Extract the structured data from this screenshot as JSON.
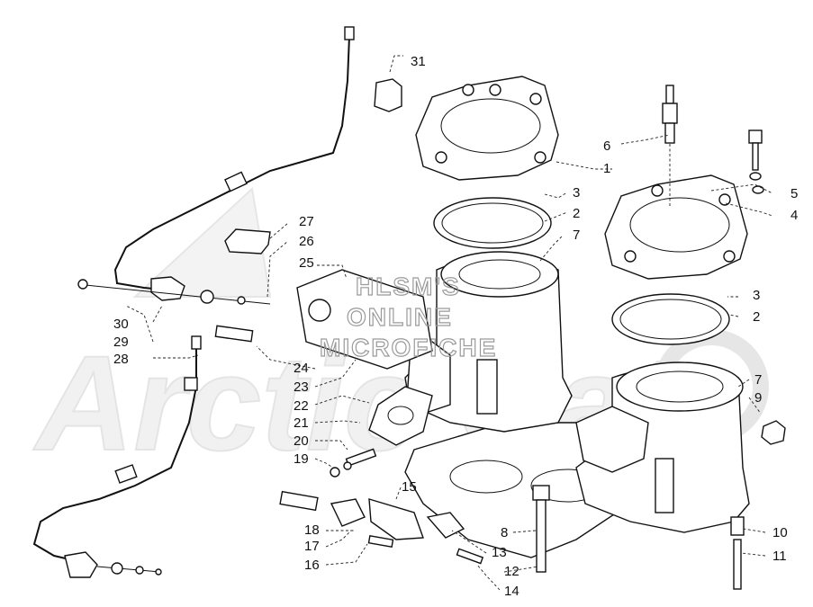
{
  "watermark": {
    "line1": "HLSM'S",
    "line2": "ONLINE",
    "line3": "MICROFICHE",
    "brand": "Arctic Cat"
  },
  "callouts": [
    {
      "id": "c31",
      "text": "31"
    },
    {
      "id": "c1",
      "text": "1"
    },
    {
      "id": "c6",
      "text": "6"
    },
    {
      "id": "c5",
      "text": "5"
    },
    {
      "id": "c4",
      "text": "4"
    },
    {
      "id": "c3a",
      "text": "3"
    },
    {
      "id": "c2a",
      "text": "2"
    },
    {
      "id": "c7a",
      "text": "7"
    },
    {
      "id": "c27",
      "text": "27"
    },
    {
      "id": "c26",
      "text": "26"
    },
    {
      "id": "c25",
      "text": "25"
    },
    {
      "id": "c3b",
      "text": "3"
    },
    {
      "id": "c2b",
      "text": "2"
    },
    {
      "id": "c30",
      "text": "30"
    },
    {
      "id": "c29",
      "text": "29"
    },
    {
      "id": "c28",
      "text": "28"
    },
    {
      "id": "c24",
      "text": "24"
    },
    {
      "id": "c23",
      "text": "23"
    },
    {
      "id": "c22",
      "text": "22"
    },
    {
      "id": "c21",
      "text": "21"
    },
    {
      "id": "c20",
      "text": "20"
    },
    {
      "id": "c19",
      "text": "19"
    },
    {
      "id": "c7b",
      "text": "7"
    },
    {
      "id": "c9",
      "text": "9"
    },
    {
      "id": "c15",
      "text": "15"
    },
    {
      "id": "c18",
      "text": "18"
    },
    {
      "id": "c17",
      "text": "17"
    },
    {
      "id": "c16",
      "text": "16"
    },
    {
      "id": "c8",
      "text": "8"
    },
    {
      "id": "c13",
      "text": "13"
    },
    {
      "id": "c12",
      "text": "12"
    },
    {
      "id": "c14",
      "text": "14"
    },
    {
      "id": "c10",
      "text": "10"
    },
    {
      "id": "c11",
      "text": "11"
    }
  ]
}
